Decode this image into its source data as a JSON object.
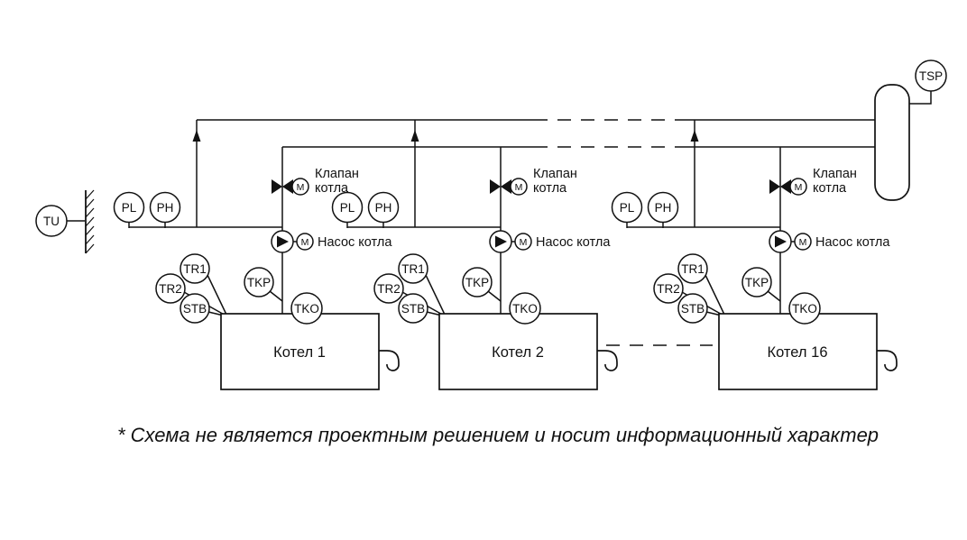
{
  "diagram": {
    "badges": {
      "outdoor_sensor": "TU",
      "tank_sensor": "TSP",
      "pressure_low": "PL",
      "pressure_high": "PH",
      "temp_tr1": "TR1",
      "temp_tr2": "TR2",
      "safety": "STB",
      "temp_tkp": "TKP",
      "temp_tko": "TKO",
      "motor": "M"
    },
    "labels": {
      "valve_line1": "Клапан",
      "valve_line2": "котла",
      "pump": "Насос котла"
    },
    "boilers": [
      {
        "name": "Котел 1"
      },
      {
        "name": "Котел 2"
      },
      {
        "name": "Котел 16"
      }
    ],
    "footnote": "* Схема не является проектным решением и носит информационный характер"
  }
}
